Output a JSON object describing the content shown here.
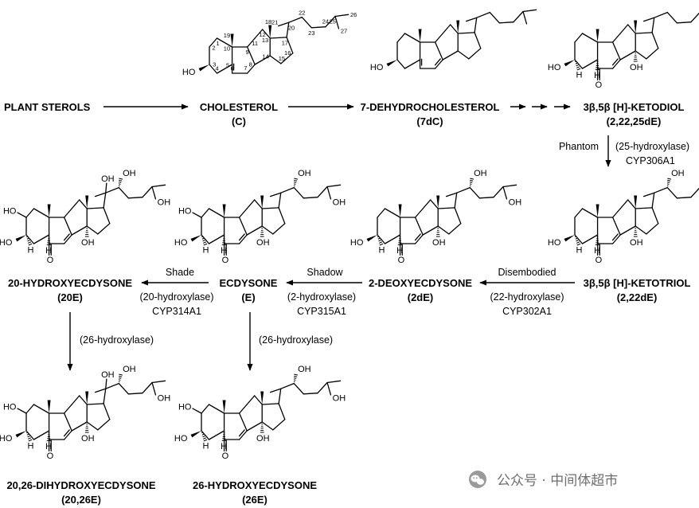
{
  "compounds": {
    "plant_sterols": {
      "name": "PLANT STEROLS"
    },
    "cholesterol": {
      "name": "CHOLESTEROL",
      "abbr": "(C)"
    },
    "dehydrocholesterol": {
      "name": "7-DEHYDROCHOLESTEROL",
      "abbr": "(7dC)"
    },
    "ketodiol": {
      "name": "3β,5β [H]-KETODIOL",
      "abbr": "(2,22,25dE)"
    },
    "ketotriol": {
      "name": "3β,5β [H]-KETOTRIOL",
      "abbr": "(2,22dE)"
    },
    "deoxyecdysone": {
      "name": "2-DEOXYECDYSONE",
      "abbr": "(2dE)"
    },
    "ecdysone": {
      "name": "ECDYSONE",
      "abbr": "(E)"
    },
    "hydroxyecdysone": {
      "name": "20-HYDROXYECDYSONE",
      "abbr": "(20E)"
    },
    "dihydroxyecdysone": {
      "name": "20,26-DIHYDROXYECDYSONE",
      "abbr": "(20,26E)"
    },
    "hydroxyecdysone26": {
      "name": "26-HYDROXYECDYSONE",
      "abbr": "(26E)"
    }
  },
  "enzymes": {
    "phantom": {
      "gene": "Phantom",
      "role": "(25-hydroxylase)",
      "cyp": "CYP306A1"
    },
    "disembodied": {
      "gene": "Disembodied",
      "role": "(22-hydroxylase)",
      "cyp": "CYP302A1"
    },
    "shadow": {
      "gene": "Shadow",
      "role": "(2-hydroxylase)",
      "cyp": "CYP315A1"
    },
    "shade": {
      "gene": "Shade",
      "role": "(20-hydroxylase)",
      "cyp": "CYP314A1"
    },
    "hydroxylase26_left": {
      "role": "(26-hydroxylase)"
    },
    "hydroxylase26_right": {
      "role": "(26-hydroxylase)"
    }
  },
  "atoms": {
    "ho": "HO",
    "oh": "OH",
    "h": "H",
    "o": "O"
  },
  "cholesterol_numbering": [
    "1",
    "2",
    "3",
    "4",
    "5",
    "6",
    "7",
    "8",
    "9",
    "10",
    "11",
    "12",
    "13",
    "14",
    "15",
    "16",
    "17",
    "18",
    "19",
    "20",
    "21",
    "22",
    "23",
    "24",
    "25",
    "26",
    "27"
  ],
  "watermark": {
    "text": "公众号 · 中间体超市",
    "icon": "wechat-icon"
  }
}
